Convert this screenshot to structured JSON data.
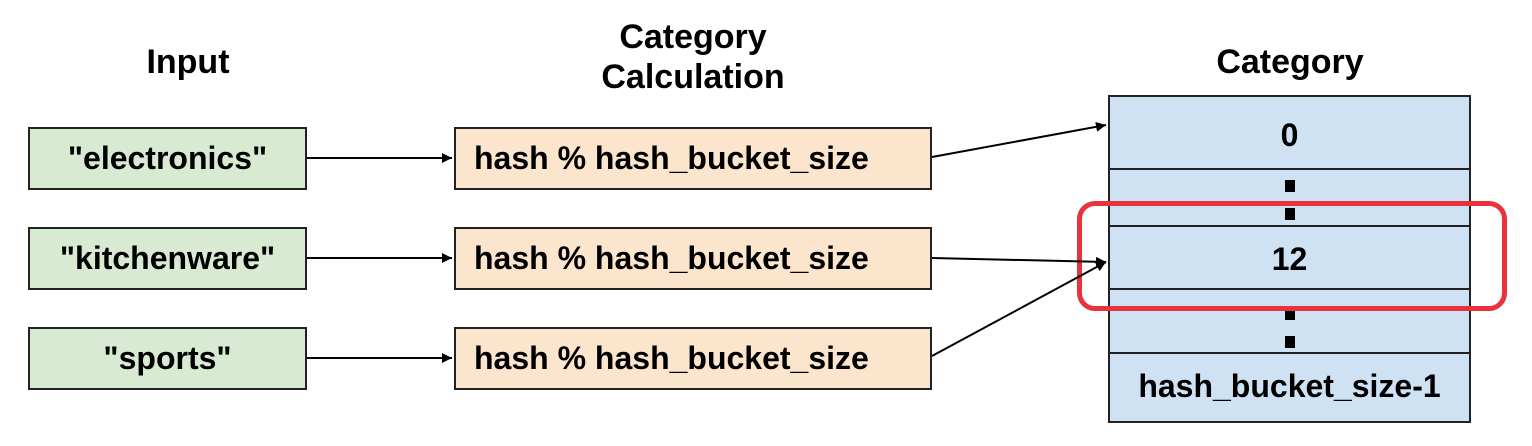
{
  "headers": {
    "input": "Input",
    "calc_line1": "Category",
    "calc_line2": "Calculation",
    "category": "Category"
  },
  "inputs": [
    "\"electronics\"",
    "\"kitchenware\"",
    "\"sports\""
  ],
  "calculations": [
    "hash % hash_bucket_size",
    "hash % hash_bucket_size",
    "hash % hash_bucket_size"
  ],
  "category_rows": {
    "first": "0",
    "middle": "12",
    "last": "hash_bucket_size-1"
  },
  "colors": {
    "input_fill": "#d9ead3",
    "calc_fill": "#fce5cd",
    "category_fill": "#cfe2f3",
    "highlight": "#e8323c"
  }
}
